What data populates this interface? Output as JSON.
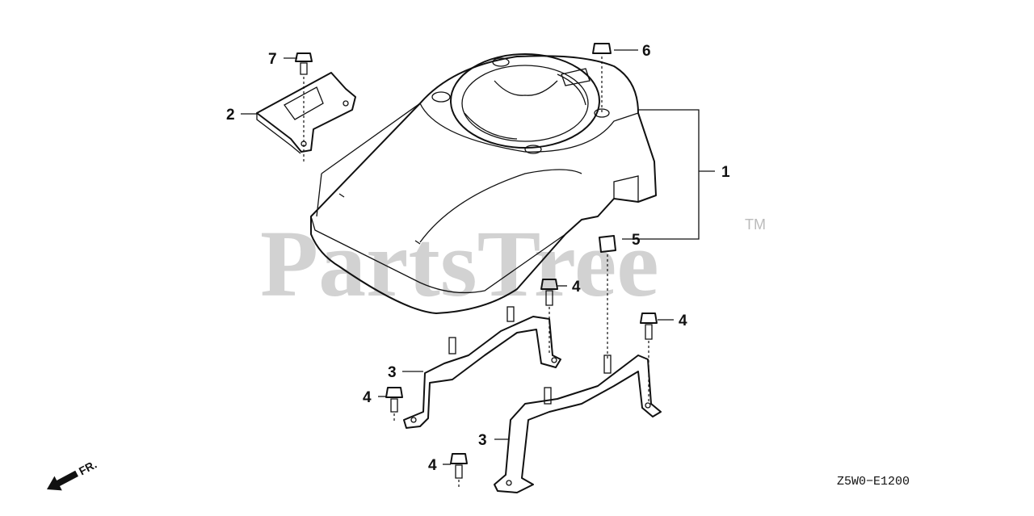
{
  "watermark": {
    "text": "PartsTree",
    "trademark": "TM"
  },
  "diagram_code": "Z5W0−E1200",
  "direction_marker": {
    "label": "FR.",
    "icon": "front-arrow-icon"
  },
  "callouts": {
    "c1": "1",
    "c2": "2",
    "c3a": "3",
    "c3b": "3",
    "c4a": "4",
    "c4b": "4",
    "c4c": "4",
    "c4d": "4",
    "c5": "5",
    "c6": "6",
    "c7": "7"
  },
  "colors": {
    "ink": "#111111",
    "watermark": "#d2d2d2",
    "background": "#ffffff"
  }
}
